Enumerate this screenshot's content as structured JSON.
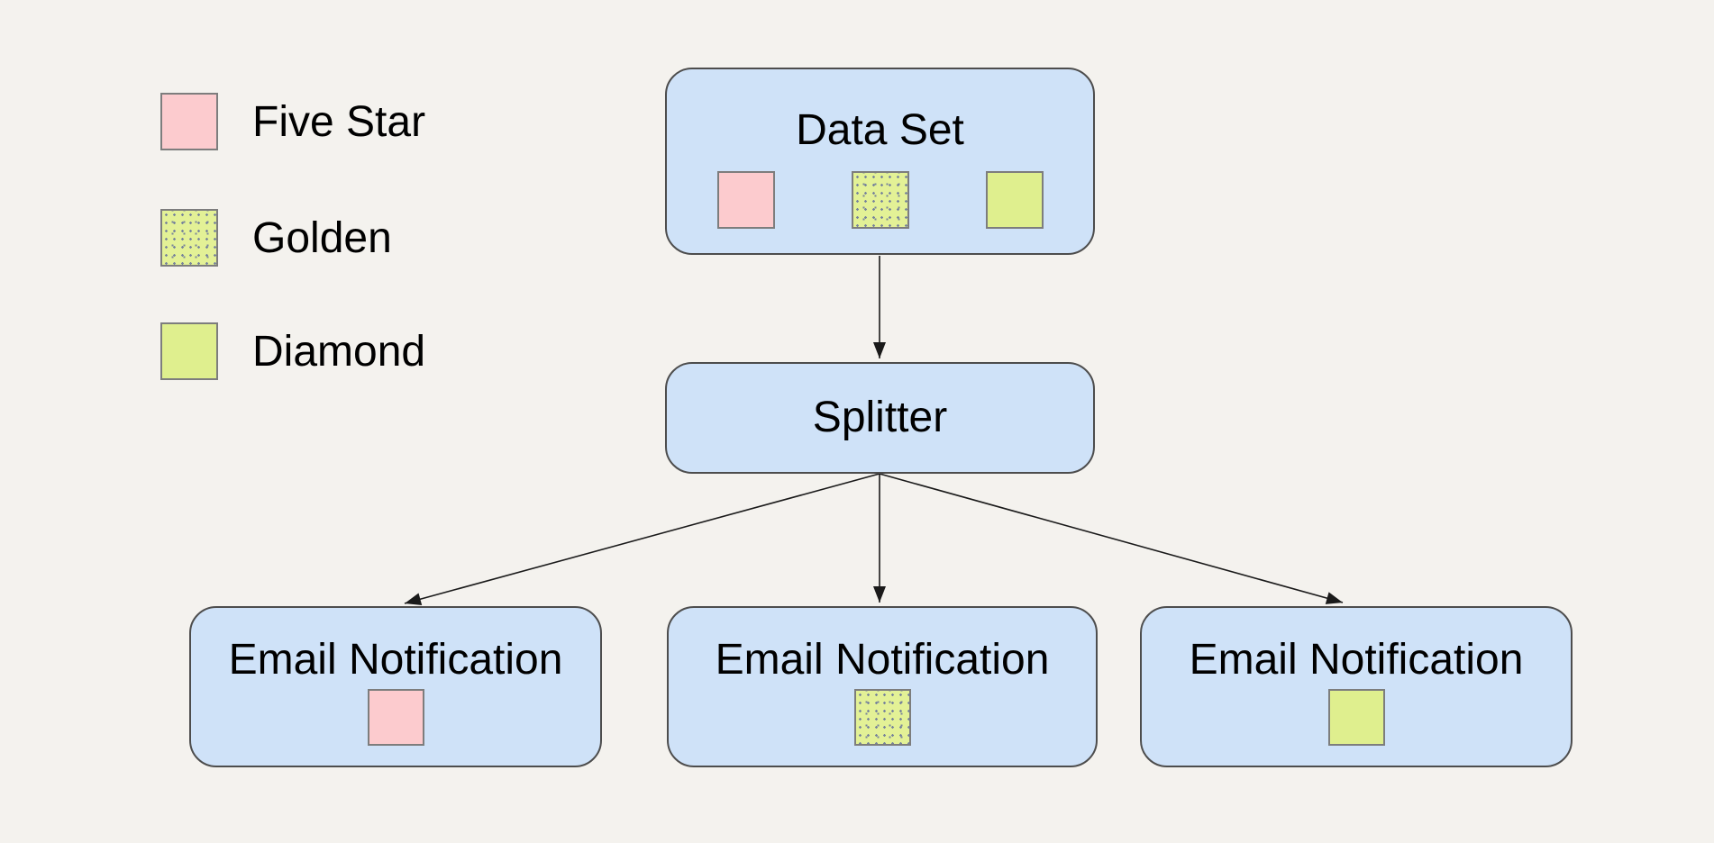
{
  "colors": {
    "background": "#f4f2ee",
    "node_fill": "#cfe2f8",
    "node_border": "#4d4d4d",
    "swatch_border": "#7d7d7d",
    "five_star": "#fccbce",
    "golden_base": "#e3f196",
    "golden_dot": "#78849b",
    "diamond": "#dfef8e",
    "arrow": "#1a1a1a",
    "text": "#000000"
  },
  "legend": {
    "items": [
      {
        "label": "Five Star",
        "pattern": "solid",
        "color": "#fccbce"
      },
      {
        "label": "Golden",
        "pattern": "dotted",
        "color": "#e3f196"
      },
      {
        "label": "Diamond",
        "pattern": "solid",
        "color": "#dfef8e"
      }
    ]
  },
  "nodes": {
    "data_set": {
      "label": "Data Set",
      "swatches": [
        "Five Star",
        "Golden",
        "Diamond"
      ]
    },
    "splitter": {
      "label": "Splitter"
    },
    "email_left": {
      "label": "Email Notification",
      "swatch": "Five Star"
    },
    "email_center": {
      "label": "Email Notification",
      "swatch": "Golden"
    },
    "email_right": {
      "label": "Email Notification",
      "swatch": "Diamond"
    }
  },
  "edges": [
    {
      "from": "data_set",
      "to": "splitter"
    },
    {
      "from": "splitter",
      "to": "email_left"
    },
    {
      "from": "splitter",
      "to": "email_center"
    },
    {
      "from": "splitter",
      "to": "email_right"
    }
  ]
}
